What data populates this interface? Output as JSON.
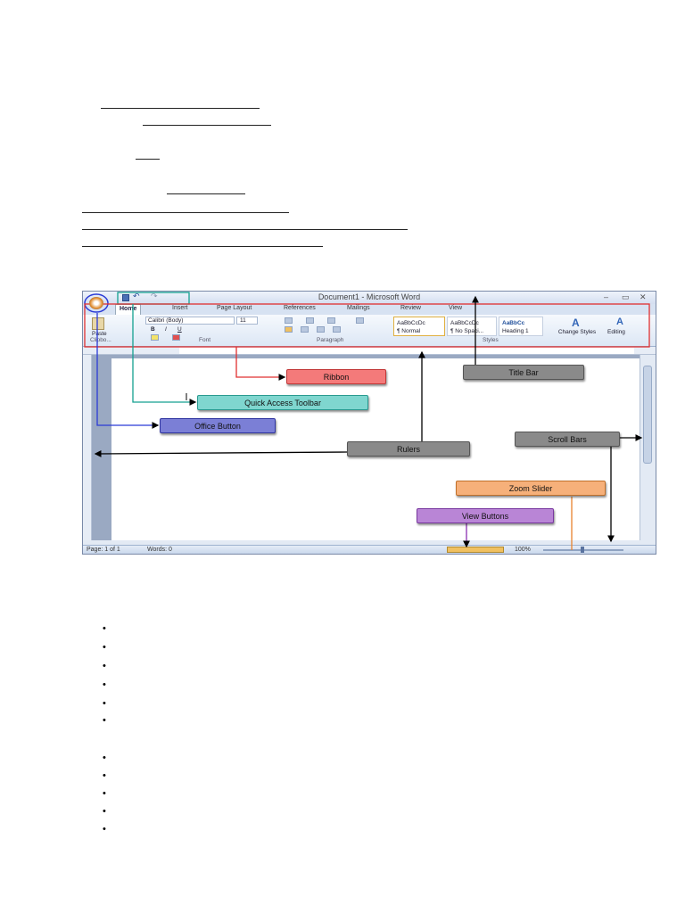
{
  "figure": {
    "window_title": "Document1 - Microsoft Word",
    "tabs": [
      "Home",
      "Insert",
      "Page Layout",
      "References",
      "Mailings",
      "Review",
      "View"
    ],
    "ribbon": {
      "font_name": "Calibri (Body)",
      "font_size": "11",
      "paste_label": "Paste",
      "groups": {
        "clipboard": "Clipbo...",
        "font": "Font",
        "paragraph": "Paragraph",
        "styles": "Styles"
      },
      "styles": [
        {
          "preview": "AaBbCcDc",
          "name": "¶ Normal"
        },
        {
          "preview": "AaBbCcDc",
          "name": "¶ No Spaci..."
        },
        {
          "preview": "AaBbCc",
          "name": "Heading 1"
        }
      ],
      "change_styles": "Change Styles",
      "editing": "Editing"
    },
    "status": {
      "page": "Page: 1 of 1",
      "words": "Words: 0",
      "zoom": "100%"
    },
    "callouts": {
      "ribbon": "Ribbon",
      "title_bar": "Title Bar",
      "quick_access_toolbar": "Quick Access Toolbar",
      "office_button": "Office Button",
      "rulers": "Rulers",
      "scroll_bars": "Scroll Bars",
      "zoom_slider": "Zoom Slider",
      "view_buttons": "View Buttons"
    },
    "colors": {
      "ribbon": "#f47a7a",
      "title_bar": "#8a8a8a",
      "quick_access_toolbar": "#7fd6cf",
      "office_button": "#7b7fd6",
      "rulers": "#8a8a8a",
      "scroll_bars": "#8a8a8a",
      "zoom_slider": "#f6b07a",
      "view_buttons": "#b985d6"
    },
    "icons": [
      "office-logo-icon",
      "undo-icon",
      "redo-icon",
      "save-icon",
      "minimize-icon",
      "maximize-icon",
      "close-icon"
    ]
  }
}
